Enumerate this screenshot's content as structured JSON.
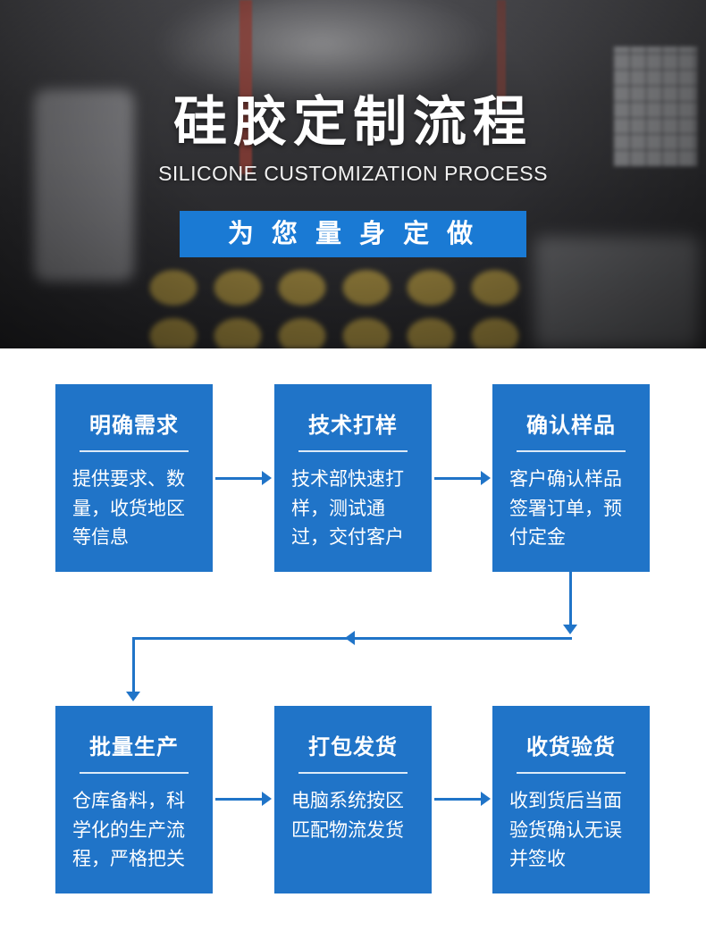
{
  "hero": {
    "title": "硅胶定制流程",
    "subtitle": "SILICONE CUSTOMIZATION PROCESS",
    "banner_text": "为 您 量 身 定 做"
  },
  "colors": {
    "banner_blue": "#1a7ad4",
    "box_blue": "#2074c8"
  },
  "flow_steps": [
    {
      "title": "明确需求",
      "desc": "提供要求、数量，收货地区等信息"
    },
    {
      "title": "技术打样",
      "desc": "技术部快速打样，测试通过，交付客户"
    },
    {
      "title": "确认样品",
      "desc": "客户确认样品签署订单，预付定金"
    },
    {
      "title": "批量生产",
      "desc": "仓库备料，科学化的生产流程，严格把关"
    },
    {
      "title": "打包发货",
      "desc": "电脑系统按区匹配物流发货"
    },
    {
      "title": "收货验货",
      "desc": "收到货后当面验货确认无误并签收"
    }
  ]
}
